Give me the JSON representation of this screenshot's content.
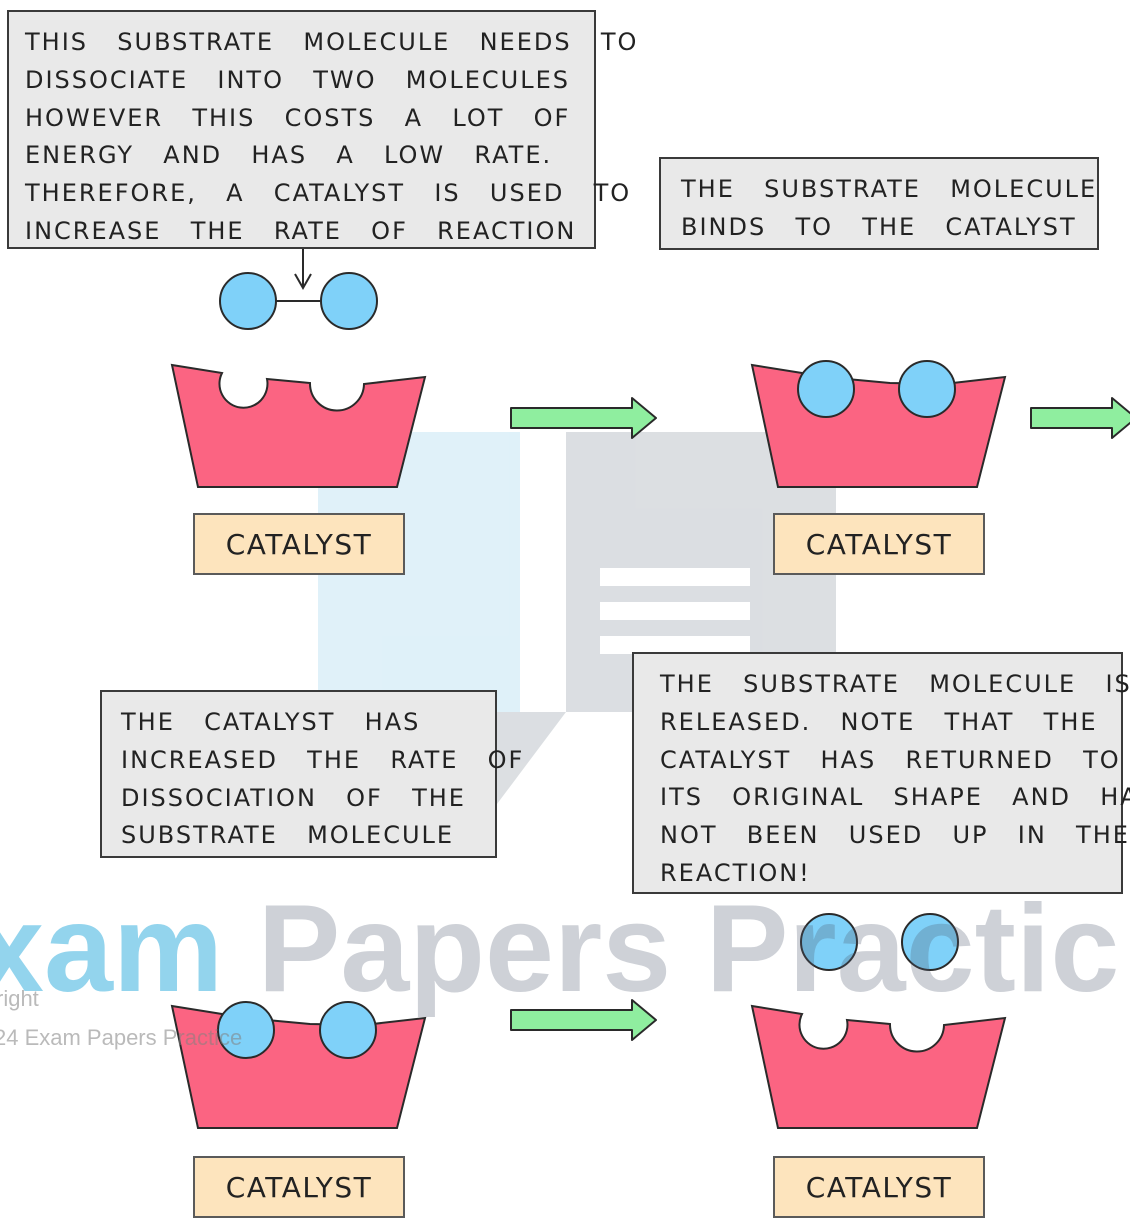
{
  "notes": {
    "dissociate": [
      "THIS  SUBSTRATE  MOLECULE  NEEDS  TO",
      "DISSOCIATE  INTO  TWO  MOLECULES",
      "HOWEVER  THIS  COSTS  A  LOT  OF",
      "ENERGY  AND  HAS  A  LOW  RATE.",
      "THEREFORE,  A  CATALYST  IS  USED  TO",
      "INCREASE  THE  RATE  OF  REACTION"
    ],
    "binds": [
      "THE  SUBSTRATE  MOLECULE",
      "BINDS  TO  THE  CATALYST"
    ],
    "increased": [
      "THE  CATALYST  HAS",
      "INCREASED  THE  RATE  OF",
      "DISSOCIATION  OF  THE",
      "SUBSTRATE  MOLECULE"
    ],
    "released": [
      "THE  SUBSTRATE  MOLECULE  IS",
      "RELEASED.  NOTE  THAT  THE",
      "CATALYST  HAS  RETURNED  TO",
      "ITS  ORIGINAL  SHAPE  AND  HAS",
      "NOT  BEEN  USED  UP  IN  THE",
      "REACTION!"
    ]
  },
  "catalyst_label": "CATALYST",
  "watermark": {
    "part1": "xam",
    "part2": "Papers Practic",
    "line1": "right",
    "line2": "24 Exam Papers Practice"
  },
  "colors": {
    "catalyst": "#fb6482",
    "substrate": "#7fd1f9",
    "arrow": "#8fee9f",
    "label_bg": "#fde4bd",
    "note_bg": "#e9e9e9"
  }
}
